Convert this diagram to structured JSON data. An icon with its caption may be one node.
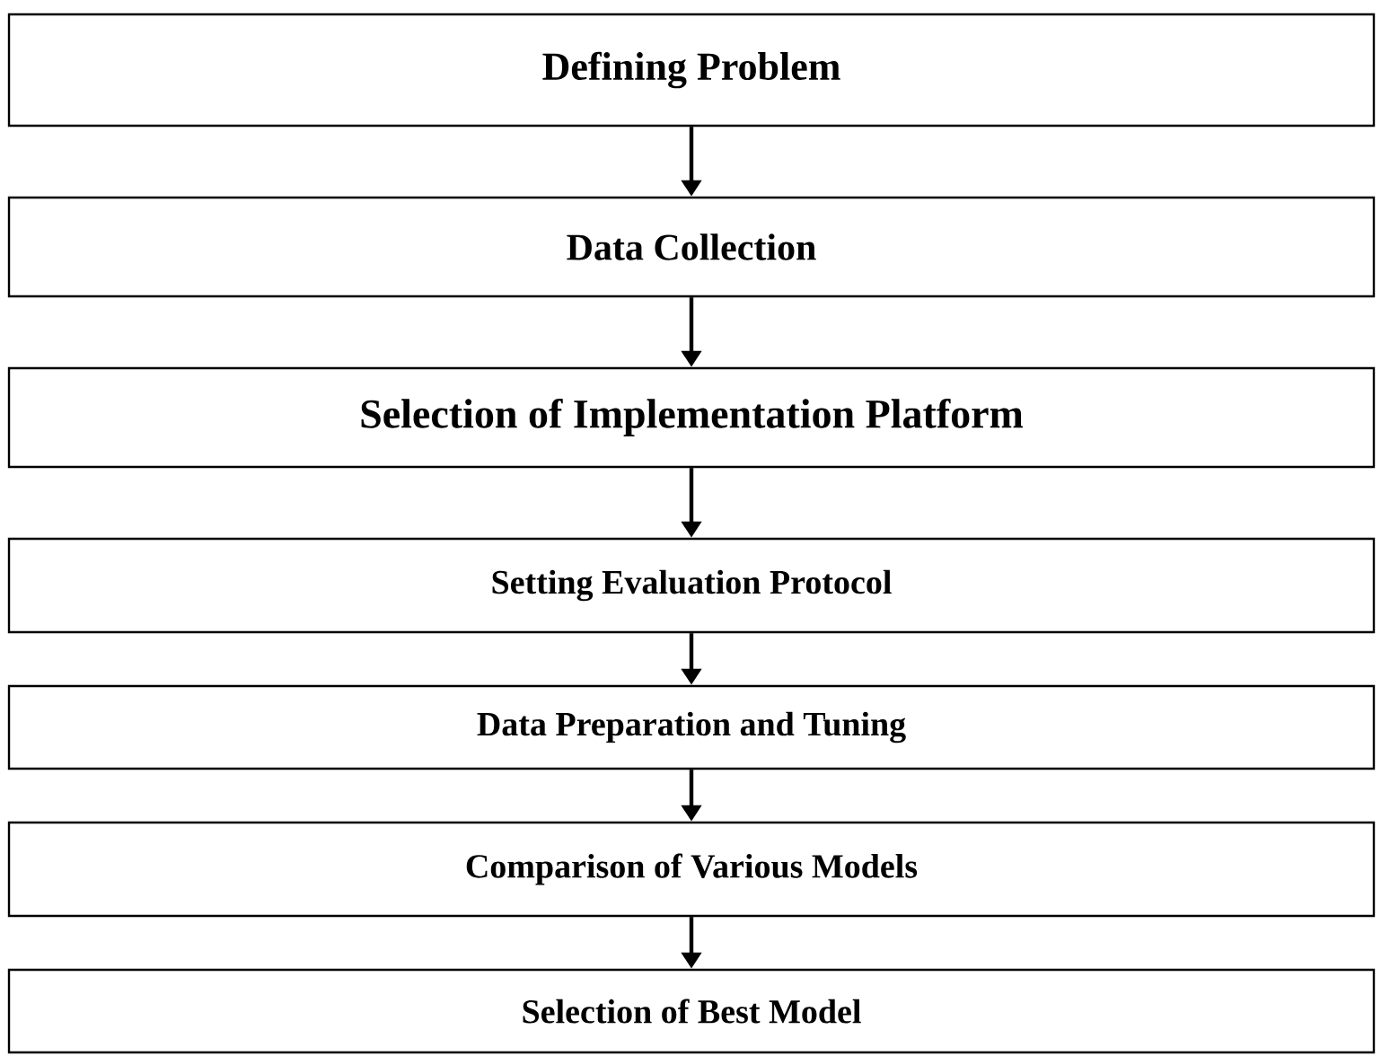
{
  "diagram": {
    "nodes": [
      {
        "text": [
          "Defining Problem"
        ]
      },
      {
        "text": [
          "Data Collection"
        ]
      },
      {
        "text": [
          "Selection of Implementation Platform"
        ]
      },
      {
        "text": [
          "Setting Evaluation Protocol"
        ]
      },
      {
        "text": [
          "Data Preparation and Tuning"
        ]
      },
      {
        "text": [
          "Comparison of Various Models"
        ]
      },
      {
        "text": [
          "Selection of Best Model"
        ]
      }
    ],
    "edges": [
      {
        "from": 0,
        "to": 1,
        "arrow": "to"
      },
      {
        "from": 1,
        "to": 2,
        "arrow": "to"
      },
      {
        "from": 2,
        "to": 3,
        "arrow": "to"
      },
      {
        "from": 3,
        "to": 4,
        "arrow": "to"
      },
      {
        "from": 4,
        "to": 5,
        "arrow": "to"
      },
      {
        "from": 5,
        "to": 6,
        "arrow": "to"
      }
    ]
  }
}
